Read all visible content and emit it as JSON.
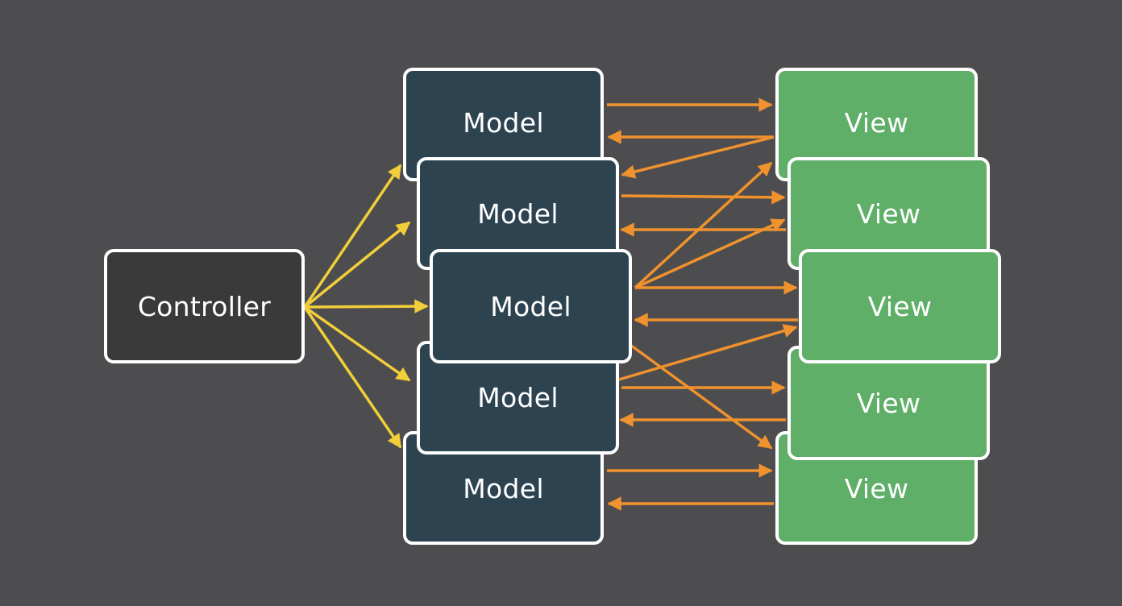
{
  "diagram": {
    "controller": {
      "label": "Controller"
    },
    "models": [
      {
        "label": "Model"
      },
      {
        "label": "Model"
      },
      {
        "label": "Model"
      },
      {
        "label": "Model"
      },
      {
        "label": "Model"
      }
    ],
    "views": [
      {
        "label": "View"
      },
      {
        "label": "View"
      },
      {
        "label": "View"
      },
      {
        "label": "View"
      },
      {
        "label": "View"
      }
    ],
    "colors": {
      "background": "#4d4d4f",
      "controller_fill": "#3b3a3b",
      "model_fill": "#2d4450",
      "view_fill": "#5faf69",
      "node_border": "#ffffff",
      "controller_arrow": "#f2cf3a",
      "model_view_arrow": "#f0922e"
    }
  }
}
